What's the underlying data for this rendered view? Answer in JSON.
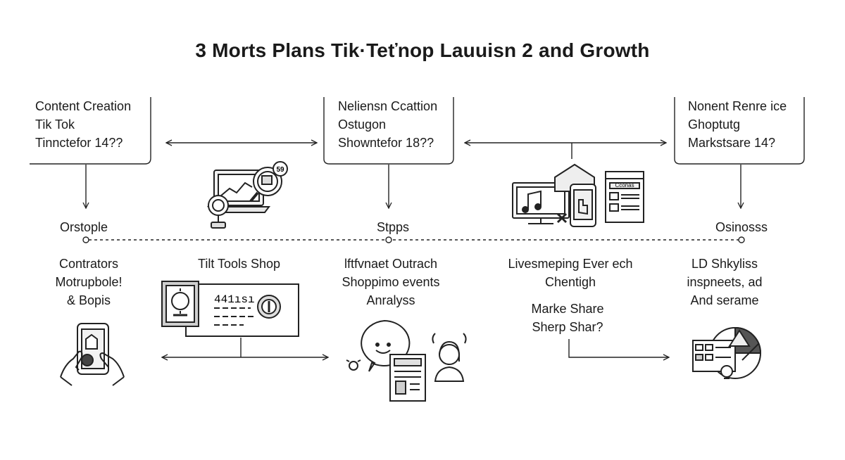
{
  "title": "3 Morts Plans Tik·Teťnop Lauuisn 2 and Growth",
  "top_boxes": [
    {
      "lines": [
        "Content Creation",
        "Tik Tok",
        "Tinnctefor 14??"
      ]
    },
    {
      "lines": [
        "Neliensn Ccattion",
        "Ostugon",
        "Showntefor 18??"
      ]
    },
    {
      "lines": [
        "Nonent Renre ice",
        "Ghoptutg",
        "Markstsare 14?"
      ]
    }
  ],
  "timeline_labels": [
    "Orstople",
    "Stpps",
    "Osinosss"
  ],
  "bottom_blocks": [
    {
      "lines": [
        "Contrators",
        "Motrupbole!",
        "& Bopis"
      ]
    },
    {
      "lines": [
        "Tilt Tools Shop"
      ]
    },
    {
      "lines": [
        "lftfvnaet Outrach",
        "Shoppimo events",
        "Anralyss"
      ]
    },
    {
      "lines": [
        "Livesmeping Ever ech",
        "Chentigh"
      ]
    },
    {
      "lines": [
        "Marke Share",
        "Sherp Shar?"
      ]
    },
    {
      "lines": [
        "LD Shkyliss",
        "inspneets, ad",
        "And serame"
      ]
    }
  ],
  "icon_text": {
    "badge": "59",
    "ticket_digits": "441ısı",
    "window_header": "Cconas"
  }
}
